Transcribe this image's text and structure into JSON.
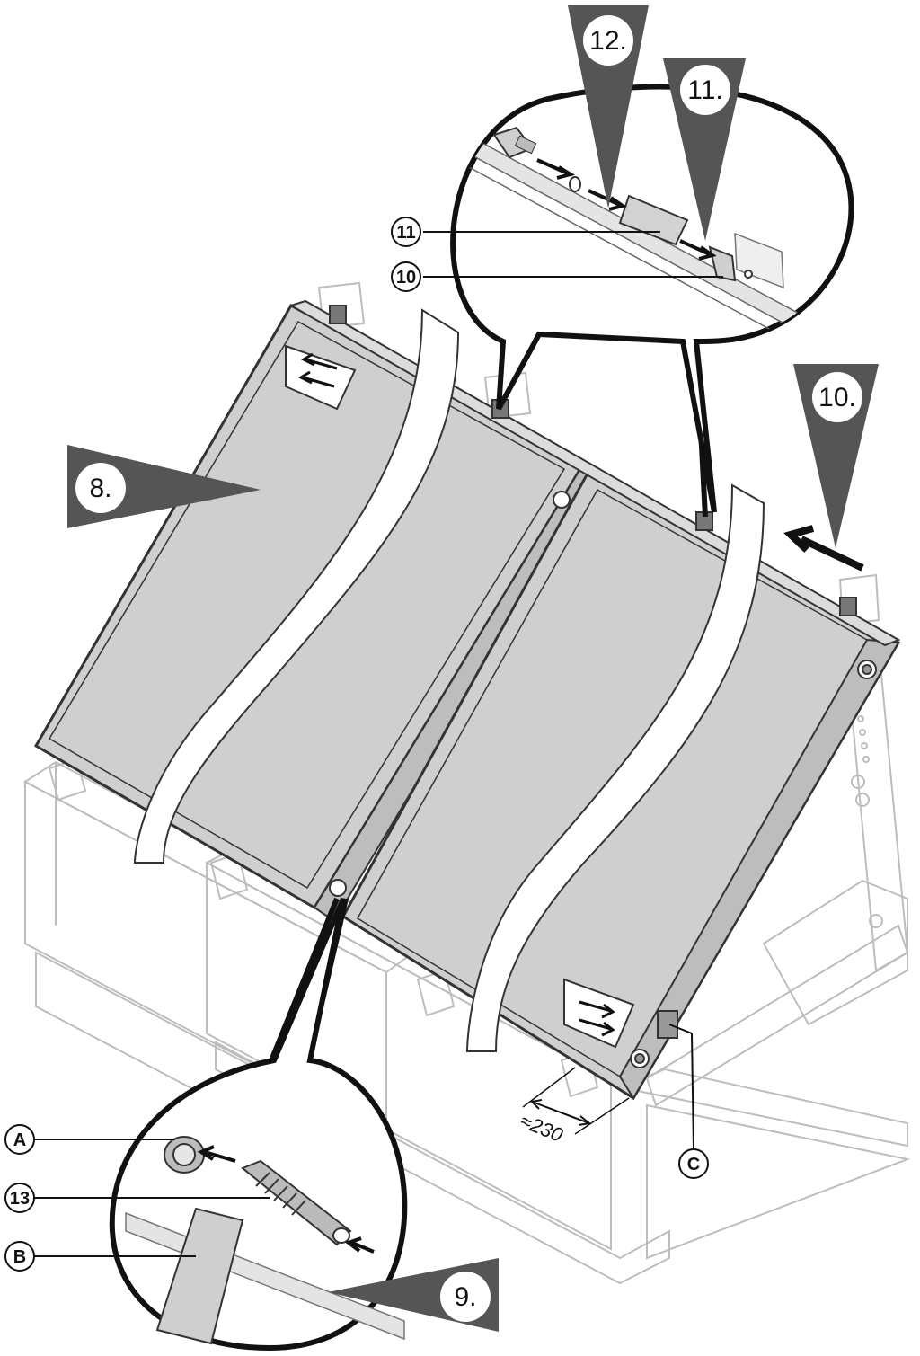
{
  "steps": {
    "step_8": "8.",
    "step_9": "9.",
    "step_10": "10.",
    "step_11": "11.",
    "step_12": "12."
  },
  "parts": {
    "part_10": "10",
    "part_11": "11",
    "part_13": "13",
    "part_a": "A",
    "part_b": "B",
    "part_c": "C"
  },
  "dimension": "≈230",
  "colors": {
    "panel_fill": "#cfcfcf",
    "frame_stroke": "#333333",
    "marker_fill": "#555555",
    "rack_stroke": "#bdbdbd"
  }
}
